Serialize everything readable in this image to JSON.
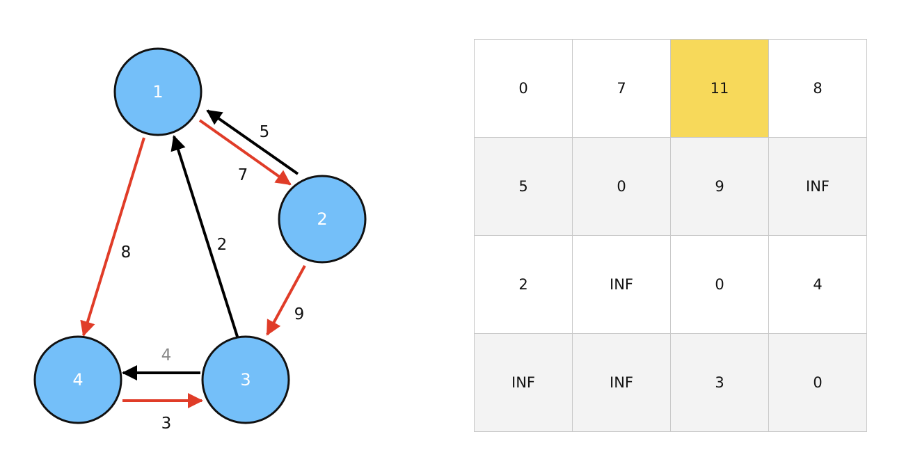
{
  "colors": {
    "node_fill": "#74bff9",
    "node_stroke": "#111111",
    "node_text": "#ffffff",
    "edge_black": "#000000",
    "edge_red": "#e03c28",
    "label_text": "#111111",
    "label_gray": "#888888",
    "highlight": "#f7d95a"
  },
  "graph": {
    "nodes": [
      {
        "id": "1",
        "label": "1"
      },
      {
        "id": "2",
        "label": "2"
      },
      {
        "id": "3",
        "label": "3"
      },
      {
        "id": "4",
        "label": "4"
      }
    ],
    "edges": [
      {
        "from": "1",
        "to": "2",
        "weight": "7",
        "color": "red"
      },
      {
        "from": "2",
        "to": "1",
        "weight": "5",
        "color": "black"
      },
      {
        "from": "2",
        "to": "3",
        "weight": "9",
        "color": "red"
      },
      {
        "from": "3",
        "to": "1",
        "weight": "2",
        "color": "black"
      },
      {
        "from": "1",
        "to": "4",
        "weight": "8",
        "color": "red"
      },
      {
        "from": "3",
        "to": "4",
        "weight": "4",
        "color": "black",
        "label_color": "gray"
      },
      {
        "from": "4",
        "to": "3",
        "weight": "3",
        "color": "red"
      }
    ]
  },
  "matrix": {
    "rows": [
      [
        "0",
        "7",
        "11",
        "8"
      ],
      [
        "5",
        "0",
        "9",
        "INF"
      ],
      [
        "2",
        "INF",
        "0",
        "4"
      ],
      [
        "INF",
        "INF",
        "3",
        "0"
      ]
    ],
    "highlighted_cells": [
      [
        0,
        2
      ]
    ]
  }
}
